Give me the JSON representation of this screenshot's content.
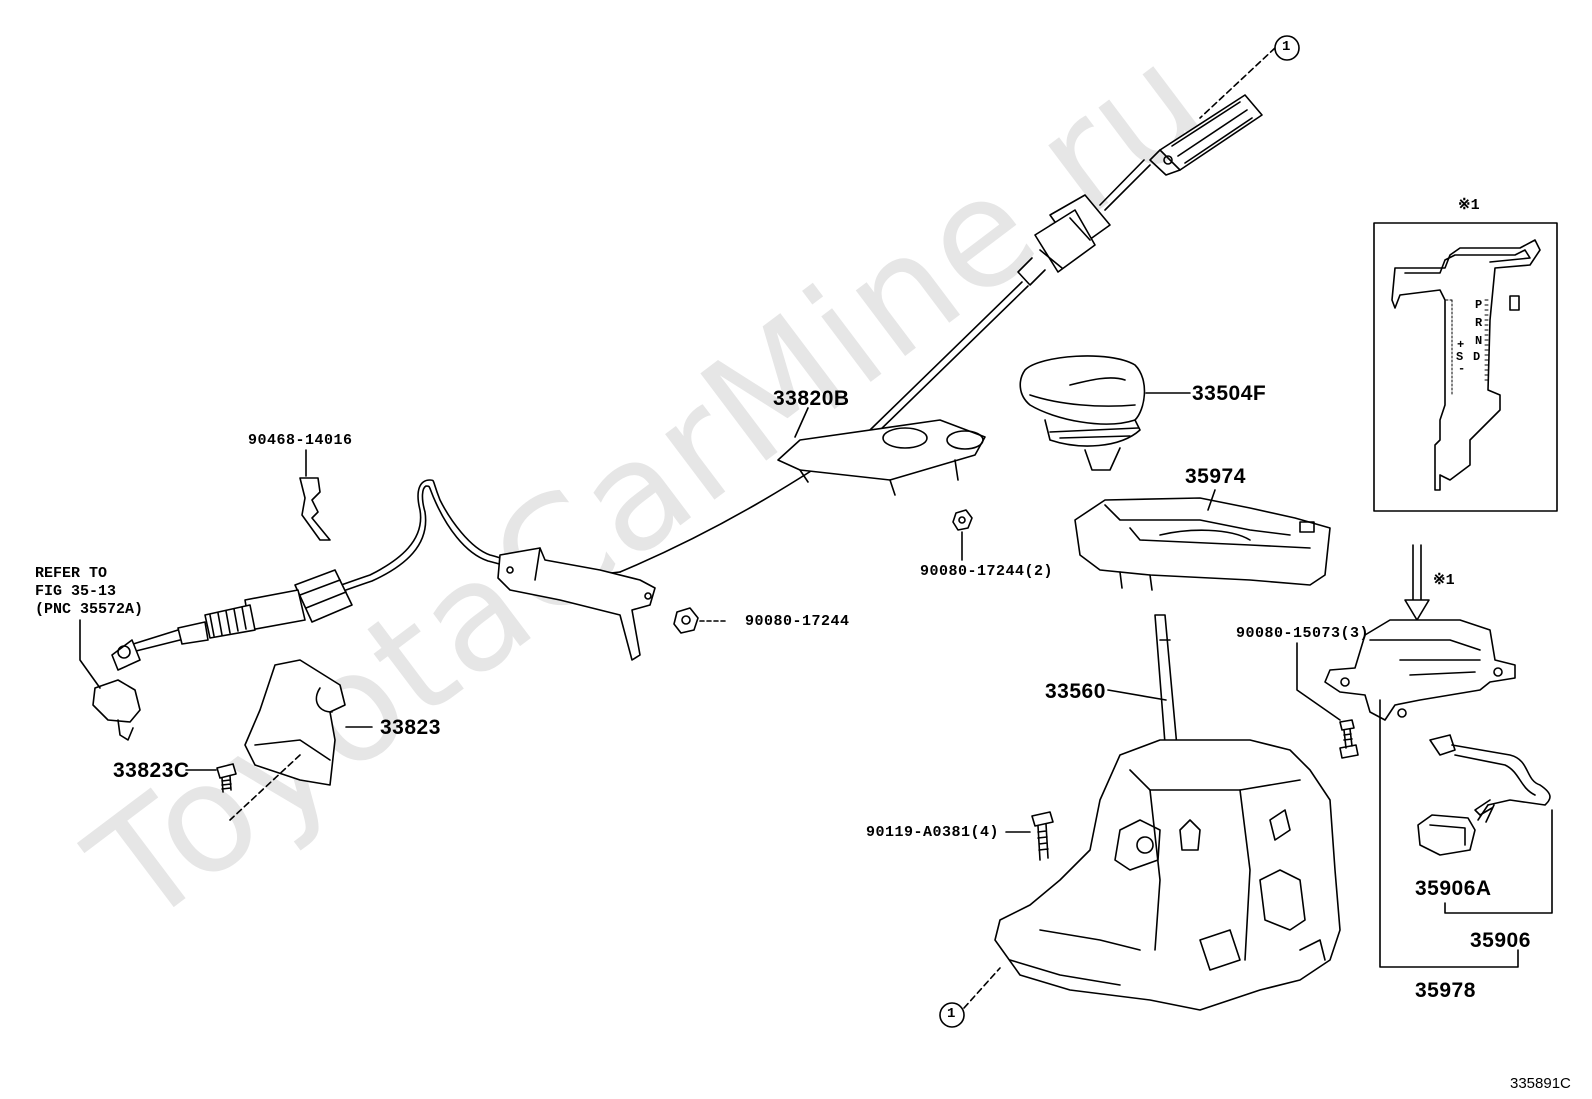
{
  "watermark": "ToyotaCarMine.ru",
  "diagram_id": "335891C",
  "refer_note": {
    "line1": "REFER TO",
    "line2": "FIG 35-13",
    "line3": "(PNC 35572A)"
  },
  "callout_ref": "1",
  "inset": {
    "mark": "※1",
    "arrow_mark": "※1",
    "gear_P": "P",
    "gear_R": "R",
    "gear_N": "N",
    "gear_D": "D",
    "gear_S": "S",
    "gear_plus": "+",
    "gear_minus": "-"
  },
  "parts": {
    "p33820B": "33820B",
    "p33504F": "33504F",
    "p35974": "35974",
    "p90468": "90468-14016",
    "p90080_17244_2": "90080-17244(2)",
    "p90080_17244": "90080-17244",
    "p33823": "33823",
    "p33823C": "33823C",
    "p33560": "33560",
    "p90080_15073": "90080-15073(3)",
    "p90119": "90119-A0381(4)",
    "p35906A": "35906A",
    "p35906": "35906",
    "p35978": "35978"
  }
}
